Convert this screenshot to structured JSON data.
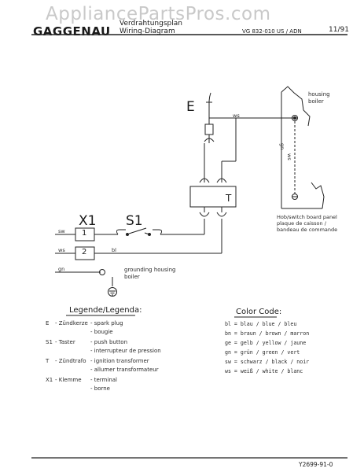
{
  "watermark": "AppliancePartsPros.com",
  "header": {
    "brand": "GAGGENAU",
    "title_line1": "Verdrahtungsplan",
    "title_line2": "Wiring-Diagram",
    "model": "VG 832-010 US / ADN",
    "date": "11/91"
  },
  "diagram": {
    "labels": {
      "E": "E",
      "T": "T",
      "X1": "X1",
      "S1": "S1",
      "terminal_1": "1",
      "terminal_2": "2",
      "wire_sw": "sw",
      "wire_ws": "ws",
      "wire_gn": "gn",
      "wire_bl": "bl",
      "wire_ws_top": "ws",
      "vertical_gn": "gn",
      "vertical_ws": "ws",
      "housing_boiler_1": "housing",
      "housing_boiler_2": "boiler",
      "grounding_1": "grounding housing",
      "grounding_2": "boiler",
      "panel_1": "Hob/switch board panel",
      "panel_2": "plaque de caisson /",
      "panel_3": "bandeau de commande"
    }
  },
  "legend": {
    "title": "Legende/Legenda:",
    "rows": [
      {
        "code": "E",
        "de": "- Zündkerze",
        "en": "- spark plug"
      },
      {
        "code": "",
        "de": "",
        "en": "- bougie"
      },
      {
        "code": "S1",
        "de": "- Taster",
        "en": "- push button"
      },
      {
        "code": "",
        "de": "",
        "en": "- interrupteur de pression"
      },
      {
        "code": "T",
        "de": "- Zündtrafo",
        "en": "- ignition transformer"
      },
      {
        "code": "",
        "de": "",
        "en": "- allumer transformateur"
      },
      {
        "code": "X1",
        "de": "- Klemme",
        "en": "- terminal"
      },
      {
        "code": "",
        "de": "",
        "en": "- borne"
      }
    ]
  },
  "color_code": {
    "title": "Color Code:",
    "rows": [
      "bl = blau   / blue   / bleu",
      "bn = braun  / brown  / marron",
      "ge = gelb   / yellow / jaune",
      "gn = grün   / green  / vert",
      "sw = schwarz / black / noir",
      "ws = weiß   / white  / blanc"
    ]
  },
  "footer": {
    "doc_number": "Y2699-91-0"
  }
}
